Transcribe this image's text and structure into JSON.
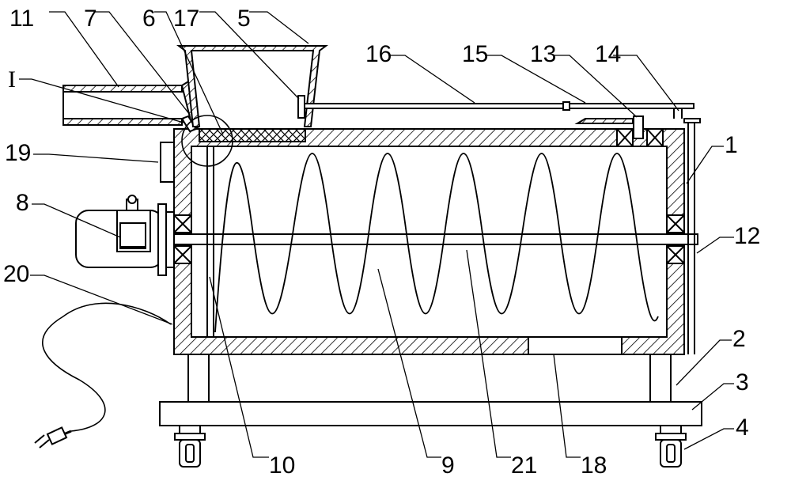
{
  "labels": {
    "n11": "11",
    "n7": "7",
    "n6": "6",
    "n17": "17",
    "n5": "5",
    "nI": "I",
    "n19": "19",
    "n8": "8",
    "n20": "20",
    "n16": "16",
    "n15": "15",
    "n13": "13",
    "n14": "14",
    "n1": "1",
    "n12": "12",
    "n2": "2",
    "n3": "3",
    "n4": "4",
    "n10": "10",
    "n9": "9",
    "n21": "21",
    "n18": "18"
  },
  "colors": {
    "line": "#000000",
    "background": "#ffffff"
  }
}
